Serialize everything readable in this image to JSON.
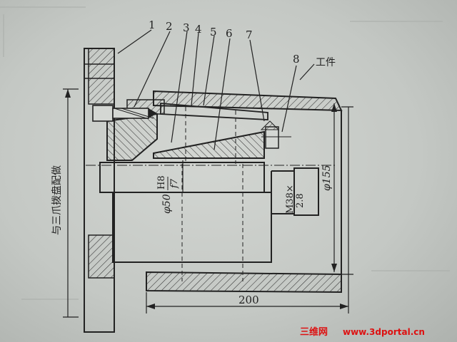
{
  "part_labels": [
    "1",
    "2",
    "3",
    "4",
    "5",
    "6",
    "7",
    "8"
  ],
  "workpiece_label": "工件",
  "side_note": "与三爪拨盘配做",
  "dims": {
    "bore_fit_prefix": "φ50",
    "bore_fit_upper": "H8",
    "bore_fit_lower": "f7",
    "outer_diameter": "φ155",
    "thread_line1": "M38×",
    "thread_line2": "2.8",
    "length": "200"
  },
  "watermark": {
    "cn": "三维网",
    "url": "www.3dportal.cn"
  },
  "colors": {
    "ink": "#222222",
    "paper": "#c9ccc8",
    "watermark": "#dd1111"
  }
}
